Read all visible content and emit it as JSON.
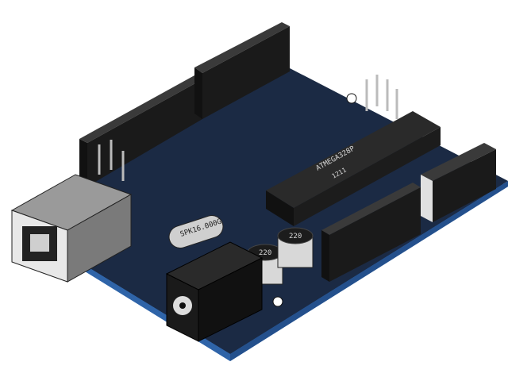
{
  "scene": {
    "subject": "Arduino-style microcontroller board, isometric 3D render",
    "background": "#ffffff",
    "pcb_color": "#1b2a44",
    "pcb_edge_color": "#3a78c8",
    "header_color": "#1a1a1a",
    "metal_color": "#d0d0d0"
  },
  "labels": {
    "crystal": "SPK16.000G",
    "capacitor_1": "220",
    "capacitor_2": "220",
    "chip_line1": "ATMEGA328P",
    "chip_line2": "1211"
  },
  "components": [
    {
      "name": "usb-b-connector"
    },
    {
      "name": "dc-barrel-jack"
    },
    {
      "name": "atmega-dip-chip"
    },
    {
      "name": "crystal-oscillator"
    },
    {
      "name": "electrolytic-capacitor",
      "count": 2
    },
    {
      "name": "female-header",
      "count": 4
    },
    {
      "name": "icsp-pin-header",
      "count": 2
    }
  ]
}
